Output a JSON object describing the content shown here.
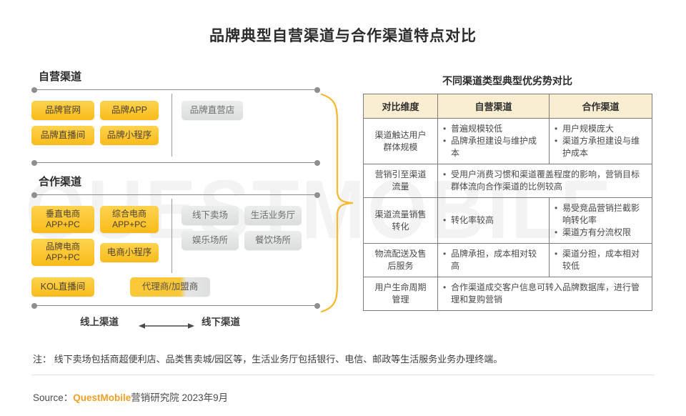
{
  "title": "品牌典型自营渠道与合作渠道特点对比",
  "watermark": "QUESTMOBILE",
  "left": {
    "self_operated": {
      "heading": "自营渠道",
      "online_rows": [
        [
          "品牌官网",
          "品牌APP"
        ],
        [
          "品牌直播间",
          "品牌小程序"
        ]
      ],
      "offline_rows": [
        [
          "品牌直营店"
        ]
      ]
    },
    "partner": {
      "heading": "合作渠道",
      "online_rows": [
        [
          "垂直电商\nAPP+PC",
          "综合电商\nAPP+PC"
        ],
        [
          "品牌电商\nAPP+PC",
          "电商小程序"
        ]
      ],
      "offline_rows": [
        [
          "线下卖场",
          "生活业务厅"
        ],
        [
          "娱乐场所",
          "餐饮场所"
        ]
      ],
      "bottom_row": {
        "online_chip": "KOL直播间",
        "split_chip": "代理商/加盟商"
      }
    },
    "axis": {
      "online_label": "线上渠道",
      "offline_label": "线下渠道"
    }
  },
  "right": {
    "table_title": "不同渠道类型典型优劣势对比",
    "headers": [
      "对比维度",
      "自营渠道",
      "合作渠道"
    ],
    "rows": [
      {
        "dimension": "渠道触达用户\n群体规模",
        "merged": false,
        "self": [
          "普遍规模较低",
          "品牌承担建设与维护成本"
        ],
        "partner": [
          "用户规模庞大",
          "渠道方承担建设与维护成本"
        ]
      },
      {
        "dimension": "营销引至渠道\n流量",
        "merged": true,
        "merged_text": [
          "受用户消费习惯和渠道覆盖程度的影响，营销目标群体流向合作渠道的比例较高"
        ]
      },
      {
        "dimension": "渠道流量销售\n转化",
        "merged": false,
        "self": [
          "转化率较高"
        ],
        "partner": [
          "易受竞品营销拦截影响转化率",
          "渠道方有分流权限"
        ]
      },
      {
        "dimension": "物流配送及售\n后服务",
        "merged": false,
        "self": [
          "品牌承担，成本相对较高"
        ],
        "partner": [
          "渠道分担，成本相对较低"
        ]
      },
      {
        "dimension": "用户生命周期\n管理",
        "merged": true,
        "merged_text": [
          "合作渠道成交客户信息可转入品牌数据库，进行管理和复购营销"
        ]
      }
    ]
  },
  "footer": {
    "note": "注： 线下卖场包括商超便利店、品类售卖城/园区等，生活业务厅包括银行、电信、邮政等生活服务业务办理终端。",
    "source_label": "Source：",
    "source_brand": "QuestMobile",
    "source_rest": "营销研究院 2023年9月"
  },
  "colors": {
    "accent_yellow": "#fbc633",
    "chip_grey": "#e3e4e5",
    "table_header": "#faeed2",
    "brand_orange": "#f0a02a"
  }
}
